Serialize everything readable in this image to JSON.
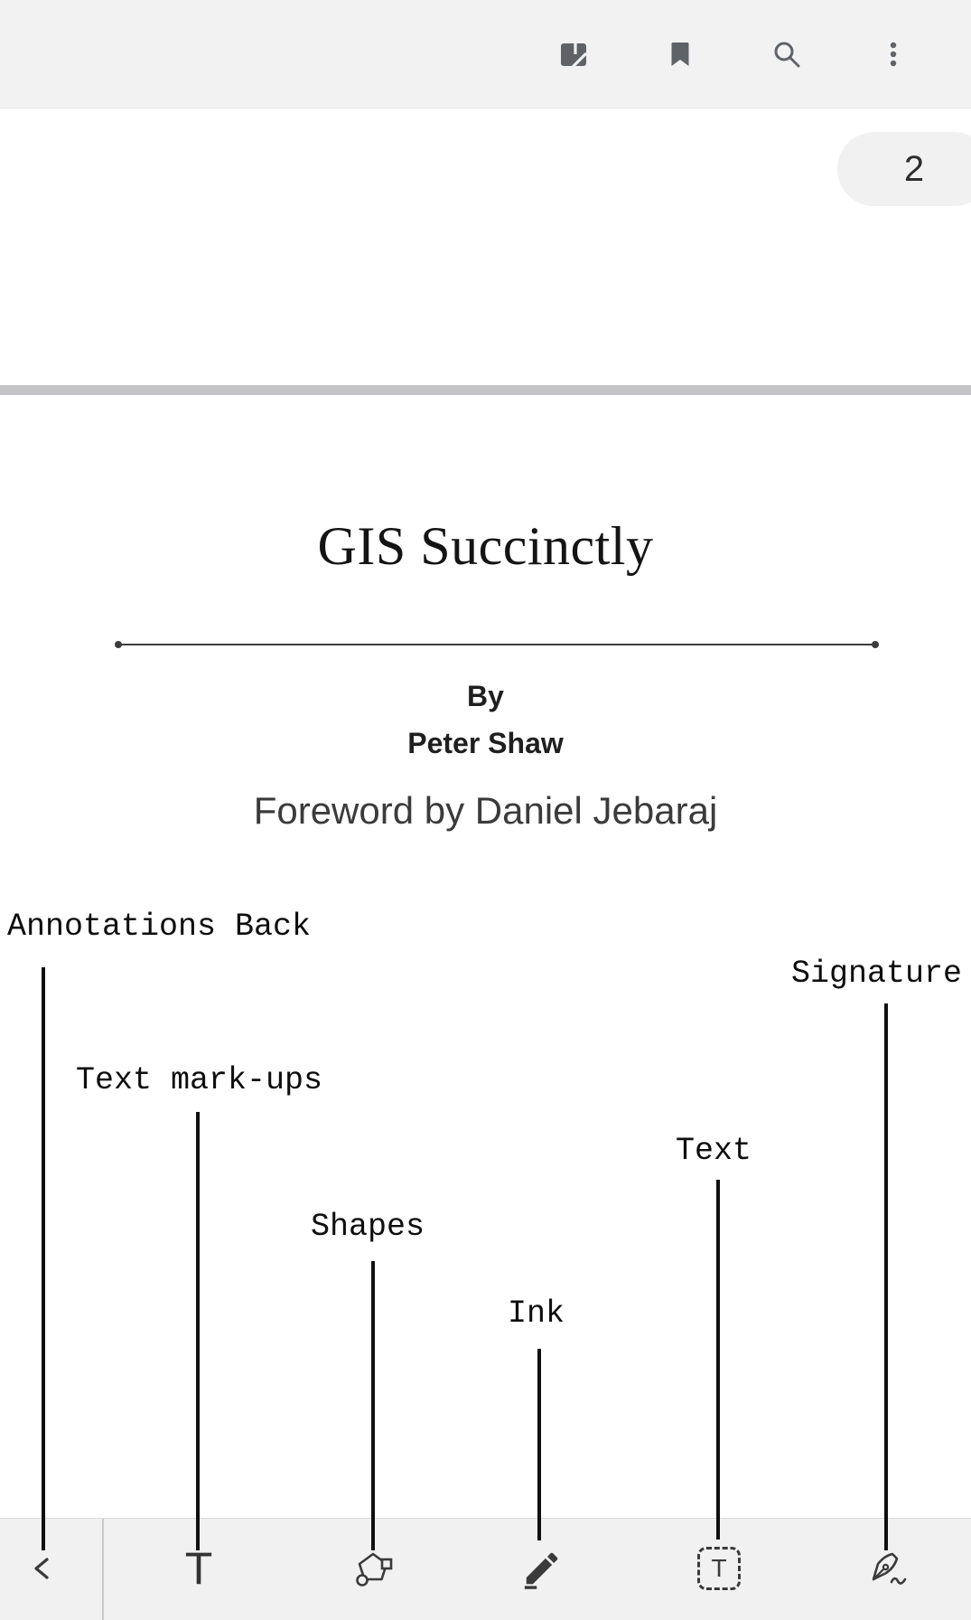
{
  "app_bar": {
    "icons": [
      {
        "name": "reading-mode-icon"
      },
      {
        "name": "bookmark-icon"
      },
      {
        "name": "search-icon"
      },
      {
        "name": "overflow-menu-icon"
      }
    ]
  },
  "page_indicator": {
    "value": "2"
  },
  "document": {
    "title": "GIS Succinctly",
    "byline_label": "By",
    "author": "Peter Shaw",
    "foreword": "Foreword by Daniel Jebaraj"
  },
  "annotations": {
    "callouts": [
      {
        "label": "Annotations Back"
      },
      {
        "label": "Text mark-ups"
      },
      {
        "label": "Shapes"
      },
      {
        "label": "Ink"
      },
      {
        "label": "Text"
      },
      {
        "label": "Signature"
      }
    ]
  },
  "toolbar": {
    "text_tool_glyph": "T",
    "textbox_tool_glyph": "T"
  },
  "colors": {
    "app_bar_bg": "#f2f2f3",
    "toolbar_bg": "#f1f1f2",
    "icon_gray": "#5f6368",
    "toolbar_icon_gray": "#3a3a3a",
    "divider_gray": "#c4c4c6",
    "annotation_black": "#101010"
  }
}
